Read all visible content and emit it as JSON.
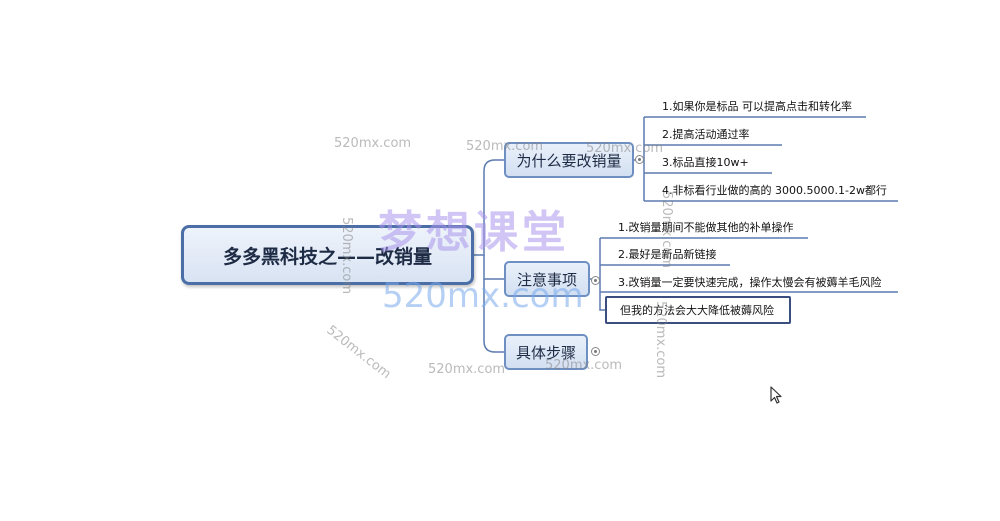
{
  "mindmap": {
    "root": "多多黑科技之——改销量",
    "branches": [
      {
        "label": "为什么要改销量",
        "items": [
          "1.如果你是标品 可以提高点击和转化率",
          "2.提高活动通过率",
          "3.标品直接10w+",
          "4.非标看行业做的高的 3000.5000.1-2w都行"
        ]
      },
      {
        "label": "注意事项",
        "items": [
          "1.改销量期间不能做其他的补单操作",
          "2.最好是新品新链接",
          "3.改销量一定要快速完成，操作太慢会有被薅羊毛风险"
        ],
        "note": "但我的方法会大大降低被薅风险"
      },
      {
        "label": "具体步骤",
        "items": []
      }
    ]
  },
  "watermark": {
    "big_title": "梦想课堂",
    "big_url": "520mx.com",
    "small_url": "520mx.com"
  },
  "colors": {
    "root_border": "#4a6ea5",
    "branch_border": "#6e8fc2",
    "line": "#5b7bb0"
  }
}
